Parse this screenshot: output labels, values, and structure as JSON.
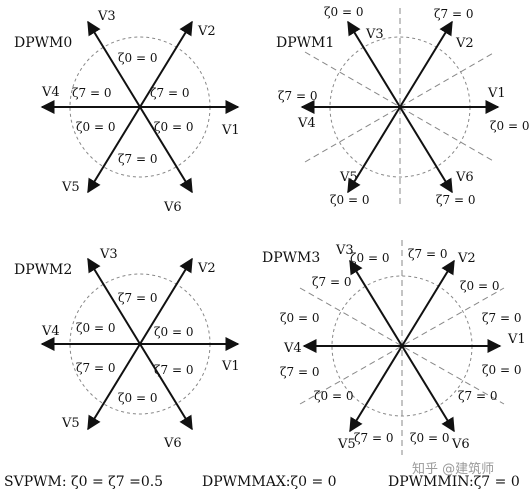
{
  "colors": {
    "ink": "#111111",
    "guide": "#888888",
    "watermark": "#9a9a9a"
  },
  "panels": [
    {
      "title": "DPWM0",
      "vectors": [
        "V1",
        "V2",
        "V3",
        "V4",
        "V5",
        "V6"
      ],
      "zeta_labels": [
        "ζ7 = 0",
        "ζ0 = 0",
        "ζ7 = 0",
        "ζ0 = 0",
        "ζ7 = 0",
        "ζ0 = 0"
      ]
    },
    {
      "title": "DPWM1",
      "vectors": [
        "V1",
        "V2",
        "V3",
        "V4",
        "V5",
        "V6"
      ],
      "zeta_labels": [
        "ζ0 = 0",
        "ζ7 = 0",
        "ζ0 = 0",
        "ζ7 = 0",
        "ζ0 = 0",
        "ζ7 = 0"
      ]
    },
    {
      "title": "DPWM2",
      "vectors": [
        "V1",
        "V2",
        "V3",
        "V4",
        "V5",
        "V6"
      ],
      "zeta_labels": [
        "ζ7 = 0",
        "ζ0 = 0",
        "ζ7 = 0",
        "ζ0 = 0",
        "ζ7 = 0",
        "ζ0 = 0"
      ]
    },
    {
      "title": "DPWM3",
      "vectors": [
        "V1",
        "V2",
        "V3",
        "V4",
        "V5",
        "V6"
      ],
      "zeta_labels": [
        "ζ7 = 0",
        "ζ0 = 0",
        "ζ7 = 0",
        "ζ0 = 0",
        "ζ7 = 0",
        "ζ0 = 0",
        "ζ7 = 0",
        "ζ0 = 0",
        "ζ7 = 0",
        "ζ0 = 0",
        "ζ7 = 0",
        "ζ0 = 0"
      ]
    }
  ],
  "footer": {
    "svpwm": "SVPWM: ζ0 = ζ7 =0.5",
    "dpwmmax": "DPWMMAX:ζ0 = 0",
    "dpwmmin": "DPWMMIN:ζ7 = 0"
  },
  "watermark": "知乎 @建筑师"
}
